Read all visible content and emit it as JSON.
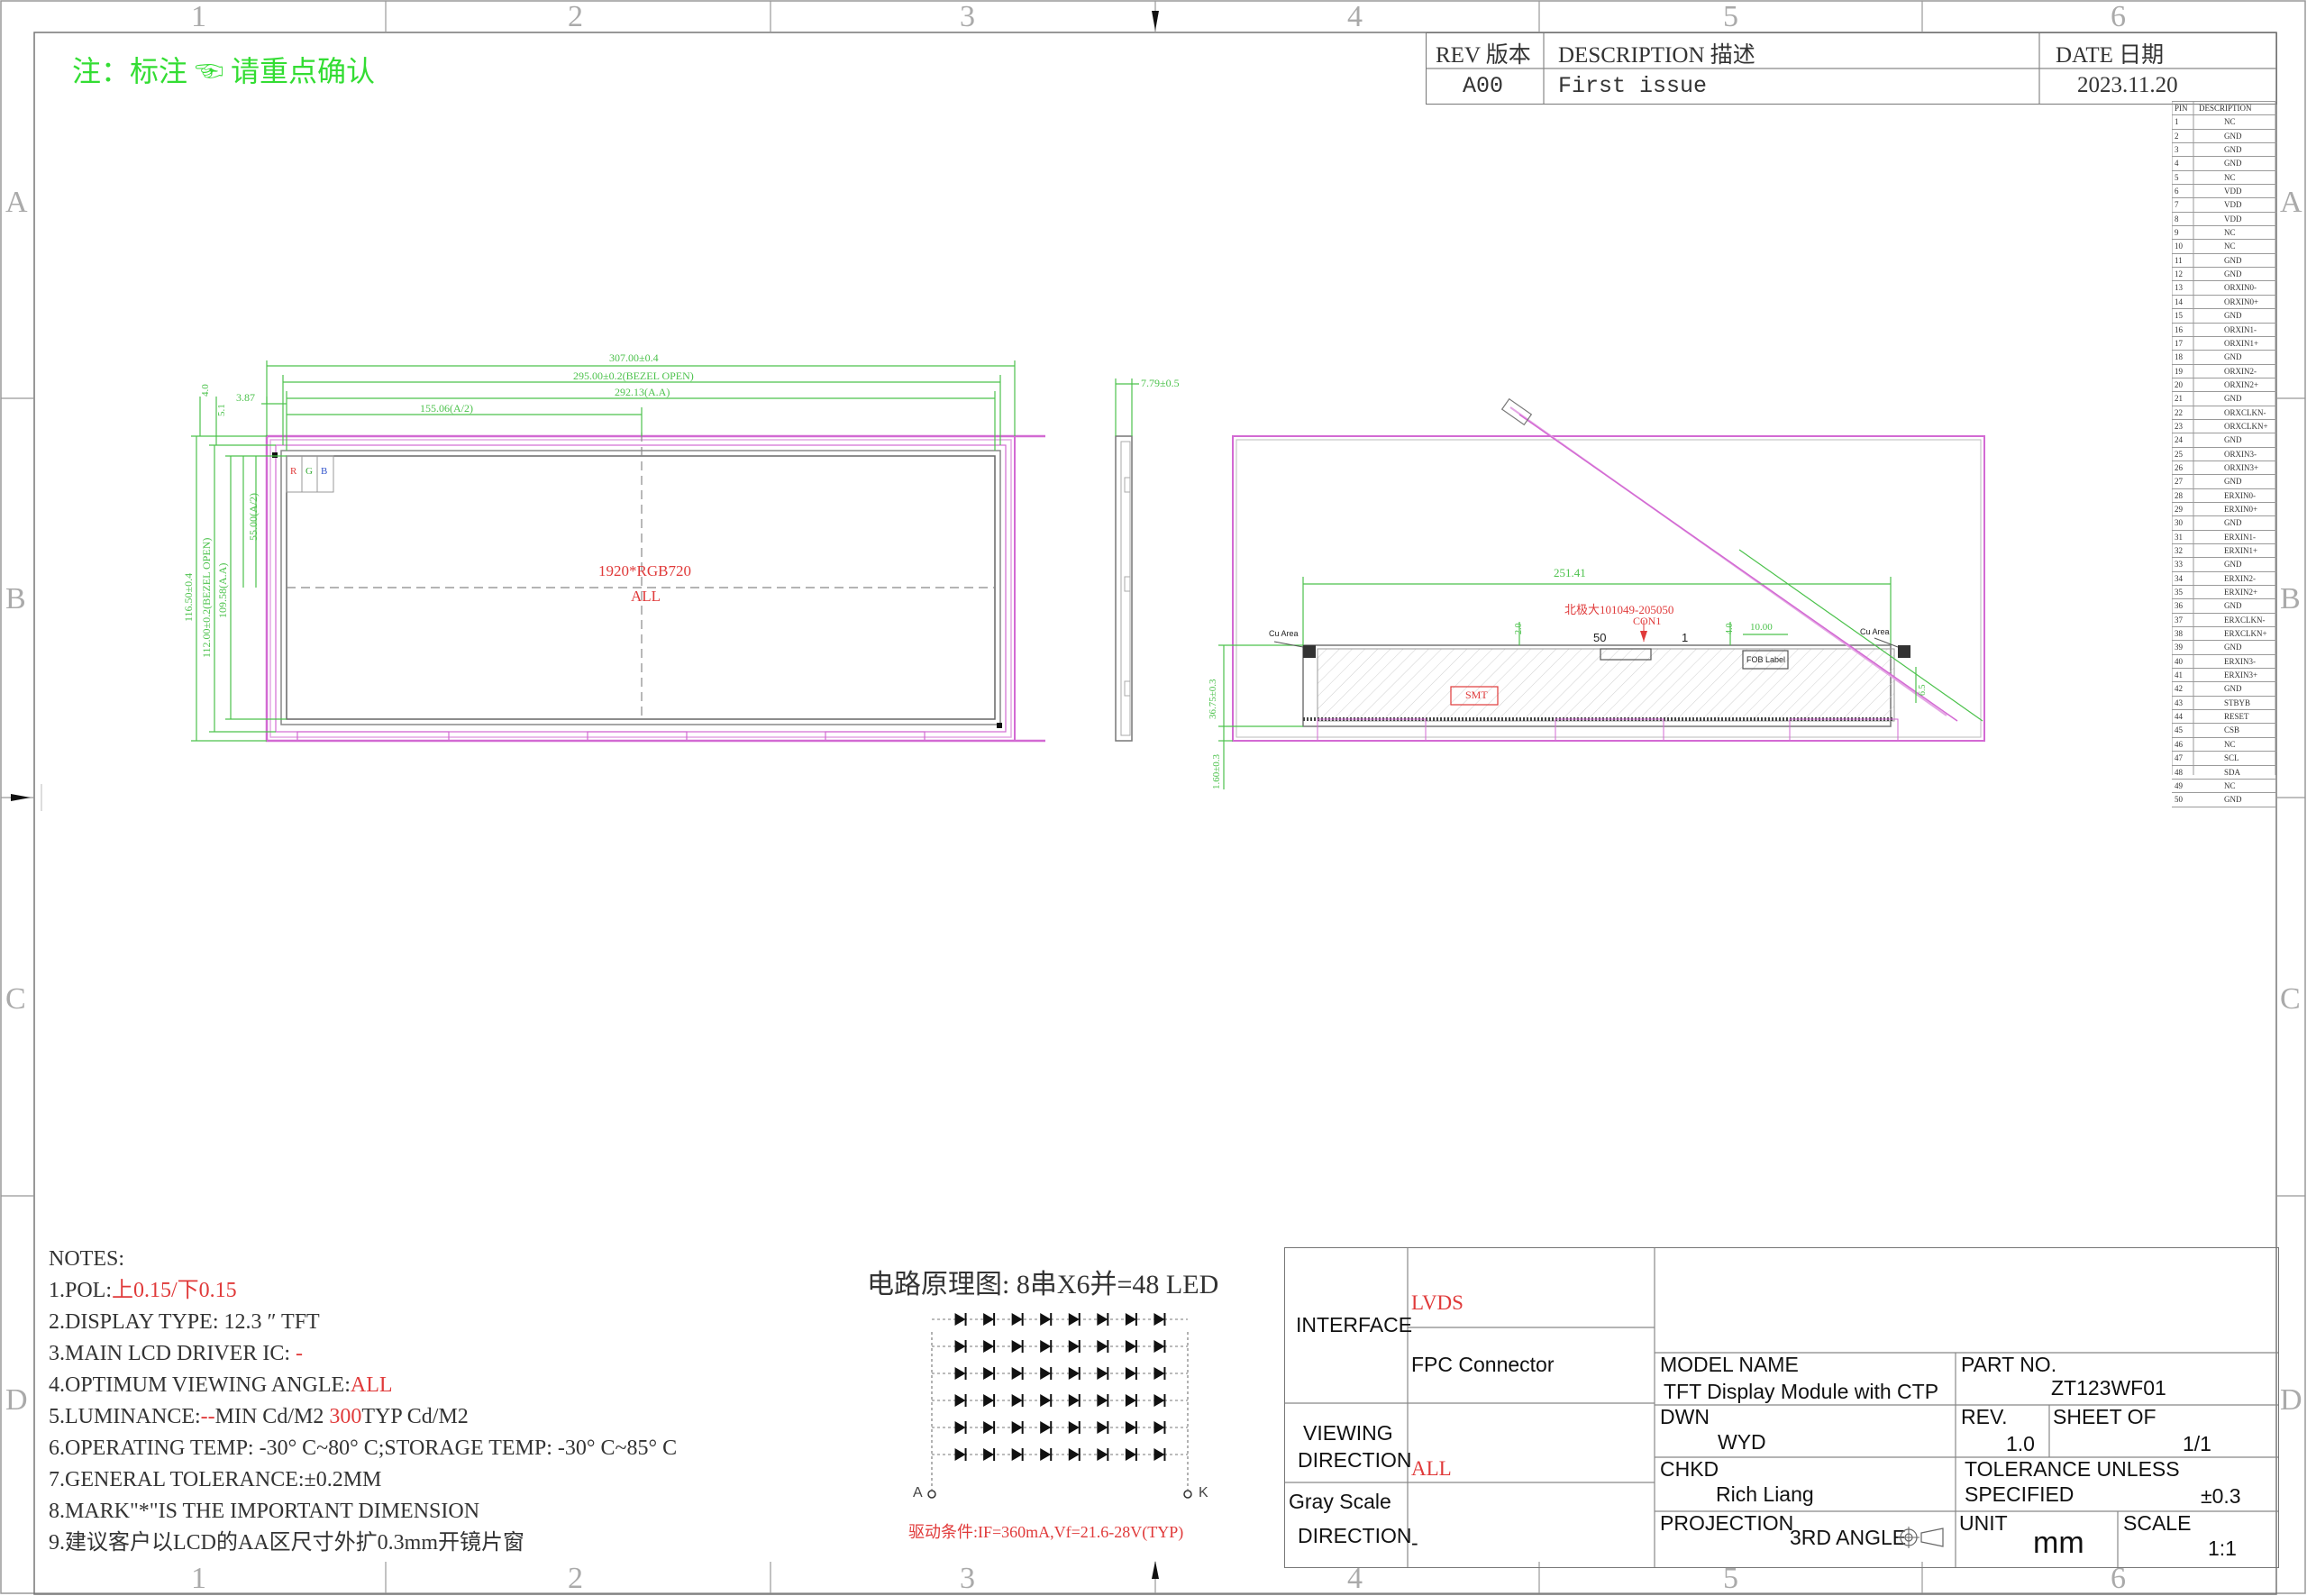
{
  "header_note": "注：标注 ☜ 请重点确认",
  "grid": {
    "columns": [
      "1",
      "2",
      "3",
      "4",
      "5",
      "6"
    ],
    "rows": [
      "A",
      "B",
      "C",
      "D"
    ]
  },
  "revision_table": {
    "headers": [
      "REV 版本",
      "DESCRIPTION 描述",
      "DATE  日期"
    ],
    "rows": [
      {
        "rev": "A00",
        "description": "First issue",
        "date": "2023.11.20"
      }
    ]
  },
  "pin_table": {
    "headers": [
      "PIN",
      "DESCRIPTION"
    ],
    "rows": [
      {
        "pin": "1",
        "desc": "NC"
      },
      {
        "pin": "2",
        "desc": "GND"
      },
      {
        "pin": "3",
        "desc": "GND"
      },
      {
        "pin": "4",
        "desc": "GND"
      },
      {
        "pin": "5",
        "desc": "NC"
      },
      {
        "pin": "6",
        "desc": "VDD"
      },
      {
        "pin": "7",
        "desc": "VDD"
      },
      {
        "pin": "8",
        "desc": "VDD"
      },
      {
        "pin": "9",
        "desc": "NC"
      },
      {
        "pin": "10",
        "desc": "NC"
      },
      {
        "pin": "11",
        "desc": "GND"
      },
      {
        "pin": "12",
        "desc": "GND"
      },
      {
        "pin": "13",
        "desc": "ORXIN0-"
      },
      {
        "pin": "14",
        "desc": "ORXIN0+"
      },
      {
        "pin": "15",
        "desc": "GND"
      },
      {
        "pin": "16",
        "desc": "ORXIN1-"
      },
      {
        "pin": "17",
        "desc": "ORXIN1+"
      },
      {
        "pin": "18",
        "desc": "GND"
      },
      {
        "pin": "19",
        "desc": "ORXIN2-"
      },
      {
        "pin": "20",
        "desc": "ORXIN2+"
      },
      {
        "pin": "21",
        "desc": "GND"
      },
      {
        "pin": "22",
        "desc": "ORXCLKN-"
      },
      {
        "pin": "23",
        "desc": "ORXCLKN+"
      },
      {
        "pin": "24",
        "desc": "GND"
      },
      {
        "pin": "25",
        "desc": "ORXIN3-"
      },
      {
        "pin": "26",
        "desc": "ORXIN3+"
      },
      {
        "pin": "27",
        "desc": "GND"
      },
      {
        "pin": "28",
        "desc": "ERXIN0-"
      },
      {
        "pin": "29",
        "desc": "ERXIN0+"
      },
      {
        "pin": "30",
        "desc": "GND"
      },
      {
        "pin": "31",
        "desc": "ERXIN1-"
      },
      {
        "pin": "32",
        "desc": "ERXIN1+"
      },
      {
        "pin": "33",
        "desc": "GND"
      },
      {
        "pin": "34",
        "desc": "ERXIN2-"
      },
      {
        "pin": "35",
        "desc": "ERXIN2+"
      },
      {
        "pin": "36",
        "desc": "GND"
      },
      {
        "pin": "37",
        "desc": "ERXCLKN-"
      },
      {
        "pin": "38",
        "desc": "ERXCLKN+"
      },
      {
        "pin": "39",
        "desc": "GND"
      },
      {
        "pin": "40",
        "desc": "ERXIN3-"
      },
      {
        "pin": "41",
        "desc": "ERXIN3+"
      },
      {
        "pin": "42",
        "desc": "GND"
      },
      {
        "pin": "43",
        "desc": "STBYB"
      },
      {
        "pin": "44",
        "desc": "RESET"
      },
      {
        "pin": "45",
        "desc": "CSB"
      },
      {
        "pin": "46",
        "desc": "NC"
      },
      {
        "pin": "47",
        "desc": "SCL"
      },
      {
        "pin": "48",
        "desc": "SDA"
      },
      {
        "pin": "49",
        "desc": "NC"
      },
      {
        "pin": "50",
        "desc": "GND"
      }
    ]
  },
  "front_view": {
    "resolution": "1920*RGB720",
    "area": "ALL",
    "rgb": [
      "R",
      "G",
      "B"
    ],
    "dims": {
      "outline_width": "307.00±0.4",
      "bezel_width": "295.00±0.2(BEZEL OPEN)",
      "aa_width": "292.13(A.A)",
      "half_aa": "155.06(A/2)",
      "left_gap": "3.87",
      "top_gap_1": "4.0",
      "top_gap_2": "5.1",
      "outline_height": "116.50±0.4",
      "bezel_height": "112.00±0.2(BEZEL OPEN)",
      "aa_height": "109.58(A.A)",
      "half_aa_height": "55.00(A/2)"
    }
  },
  "side_view": {
    "thickness": "7.79±0.5"
  },
  "back_view": {
    "connector_part": "北极大101049-205050",
    "connector_ref": "CON1",
    "pin_first": "50",
    "pin_last": "1",
    "cu_area_left": "Cu Area",
    "cu_area_right": "Cu Area",
    "fob_label": "FOB Label",
    "smt_label": "SMT",
    "dims": {
      "fpc_length": "251.41",
      "label_width": "10.00",
      "fpc_height": "36.75±0.3",
      "bottom_gap": "1.60±0.3",
      "fpc_gap": "2.0",
      "small_offset": "4.0",
      "label_offset": "6.5"
    }
  },
  "led_circuit": {
    "title": "电路原理图: 8串X6并=48 LED",
    "series": 8,
    "parallel": 6,
    "anode": "A",
    "cathode": "K",
    "drive_condition": "驱动条件:IF=360mA,Vf=21.6-28V(TYP)"
  },
  "notes": {
    "heading": "NOTES:",
    "items": [
      {
        "prefix": "1.POL:",
        "highlight": "上0.15/下0.15",
        "suffix": ""
      },
      {
        "prefix": "2.DISPLAY TYPE:  12.3 ″ TFT",
        "highlight": "",
        "suffix": ""
      },
      {
        "prefix": "3.MAIN LCD DRIVER IC: ",
        "highlight": "-",
        "suffix": ""
      },
      {
        "prefix": "4.OPTIMUM VIEWING ANGLE:",
        "highlight": "ALL",
        "suffix": ""
      },
      {
        "prefix": "5.LUMINANCE:",
        "highlight": "--",
        "suffix": "MIN Cd/M2 ",
        "highlight2": "300",
        "suffix2": "TYP Cd/M2"
      },
      {
        "prefix": "6.OPERATING TEMP: -30° C~80° C;STORAGE TEMP: -30° C~85° C",
        "highlight": "",
        "suffix": ""
      },
      {
        "prefix": "7.GENERAL TOLERANCE:±0.2MM",
        "highlight": "",
        "suffix": ""
      },
      {
        "prefix": "8.MARK\"*\"IS THE IMPORTANT DIMENSION",
        "highlight": "",
        "suffix": ""
      },
      {
        "prefix": "9.建议客户以LCD的AA区尺寸外扩0.3mm开镜片窗",
        "highlight": "",
        "suffix": ""
      }
    ]
  },
  "title_block": {
    "interface_label": "INTERFACE",
    "interface_value": "LVDS",
    "connector_value": "FPC Connector",
    "viewing_label_1": "VIEWING",
    "viewing_label_2": "DIRECTION",
    "viewing_value": "ALL",
    "grayscale_label_1": "Gray Scale",
    "grayscale_label_2": "DIRECTION",
    "grayscale_value": "-",
    "model_name_label": "MODEL NAME",
    "model_name_value": "TFT Display Module with CTP",
    "part_no_label": "PART NO.",
    "part_no_value": "ZT123WF01",
    "dwn_label": "DWN",
    "dwn_value": "WYD",
    "rev_label": "REV.",
    "rev_value": "1.0",
    "sheet_label": "SHEET OF",
    "sheet_value": "1/1",
    "chkd_label": "CHKD",
    "chkd_value": "Rich Liang",
    "tolerance_label_1": "TOLERANCE UNLESS",
    "tolerance_label_2": "SPECIFIED",
    "tolerance_value": "±0.3",
    "projection_label": "PROJECTION",
    "projection_value": "3RD ANGLE",
    "unit_label": "UNIT",
    "unit_value": "mm",
    "scale_label": "SCALE",
    "scale_value": "1:1"
  },
  "colors": {
    "dimension_green": "#4cc24c",
    "outline_magenta": "#d36ad3",
    "note_red": "#e03a3a",
    "header_green": "#33dd33",
    "line_gray": "#777777"
  }
}
